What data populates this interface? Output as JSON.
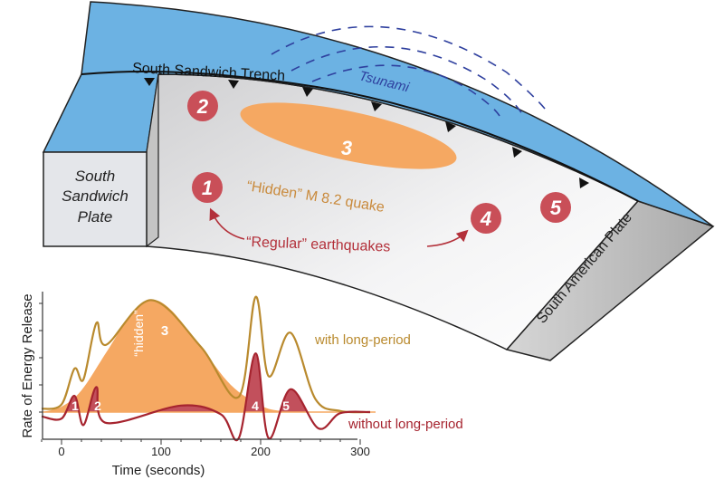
{
  "diagram": {
    "trench_label": "South Sandwich Trench",
    "tsunami_label": "Tsunami",
    "left_plate_label": [
      "South",
      "Sandwich",
      "Plate"
    ],
    "right_plate_label": "South American Plate",
    "hidden_quake_label": "“Hidden” M 8.2 quake",
    "regular_label": "“Regular” earthquakes",
    "markers": [
      {
        "id": "1",
        "label": "1"
      },
      {
        "id": "2",
        "label": "2"
      },
      {
        "id": "3",
        "label": "3"
      },
      {
        "id": "4",
        "label": "4"
      },
      {
        "id": "5",
        "label": "5"
      }
    ],
    "colors": {
      "ocean": "#6cb2e3",
      "quake_red": "#c94f58",
      "hidden_orange": "#f5a862",
      "tsunami": "#2e3f9e",
      "text_red": "#b3303a",
      "text_orange": "#c98a3c"
    }
  },
  "chart_data": {
    "type": "line",
    "xlabel": "Time (seconds)",
    "ylabel": "Rate of Energy Release",
    "xlim": [
      -20,
      310
    ],
    "ylim": [
      -0.25,
      1.1
    ],
    "xticks": [
      "0",
      "100",
      "200",
      "300"
    ],
    "xtick_values": [
      0,
      100,
      200,
      300
    ],
    "series": [
      {
        "name": "with long-period",
        "color": "#b98a2e",
        "points": [
          [
            -20,
            0.03
          ],
          [
            0,
            0.07
          ],
          [
            13,
            0.4
          ],
          [
            22,
            0.3
          ],
          [
            35,
            0.82
          ],
          [
            45,
            0.62
          ],
          [
            90,
            1.03
          ],
          [
            140,
            0.6
          ],
          [
            178,
            0.14
          ],
          [
            195,
            1.06
          ],
          [
            208,
            0.33
          ],
          [
            230,
            0.73
          ],
          [
            255,
            0.12
          ],
          [
            280,
            0.01
          ],
          [
            310,
            0.0
          ]
        ]
      },
      {
        "name": "without long-period",
        "color": "#a6242f",
        "points": [
          [
            -20,
            -0.04
          ],
          [
            0,
            -0.06
          ],
          [
            13,
            0.15
          ],
          [
            22,
            -0.12
          ],
          [
            35,
            0.23
          ],
          [
            45,
            -0.1
          ],
          [
            120,
            0.06
          ],
          [
            160,
            -0.02
          ],
          [
            178,
            -0.24
          ],
          [
            195,
            0.54
          ],
          [
            208,
            -0.24
          ],
          [
            230,
            0.21
          ],
          [
            258,
            -0.15
          ],
          [
            280,
            -0.01
          ],
          [
            310,
            0.0
          ]
        ]
      },
      {
        "name": "hidden",
        "color": "#f5a862",
        "points": [
          [
            -20,
            0.0
          ],
          [
            0,
            0.05
          ],
          [
            20,
            0.2
          ],
          [
            45,
            0.55
          ],
          [
            70,
            0.9
          ],
          [
            90,
            1.03
          ],
          [
            110,
            0.94
          ],
          [
            140,
            0.6
          ],
          [
            170,
            0.25
          ],
          [
            200,
            0.06
          ],
          [
            220,
            0.01
          ],
          [
            240,
            0.0
          ]
        ]
      }
    ],
    "annotations": {
      "hidden": "“hidden”",
      "peak3": "3",
      "peak1": "1",
      "peak2": "2",
      "peak4": "4",
      "peak5": "5"
    }
  }
}
